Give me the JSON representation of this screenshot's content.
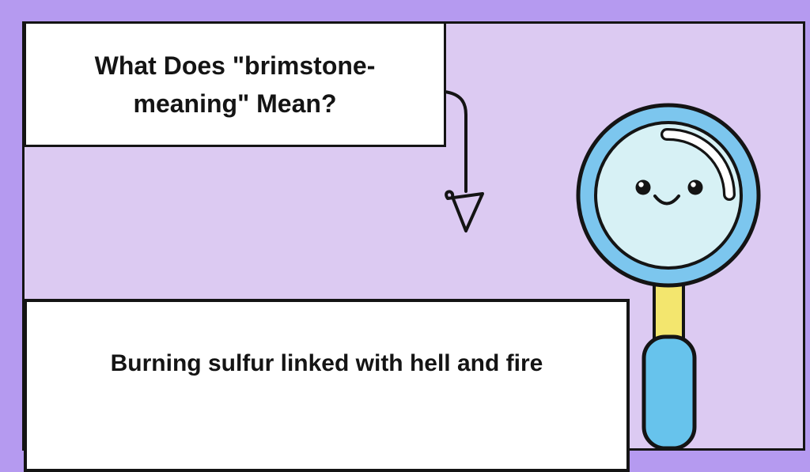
{
  "question_box": {
    "full_text": "What Does \"brimstone-meaning\" Mean?",
    "lines": [
      "What Does \"brimstone-",
      "meaning\" Mean?"
    ]
  },
  "answer_box": {
    "text": "Burning sulfur linked with hell and fire"
  },
  "arrow": {
    "description": "hand-drawn arrow pointing down from question box to answer box"
  },
  "magnifier": {
    "description": "cartoon magnifying glass with smiling face"
  },
  "colors": {
    "outer_background": "#b59af0",
    "panel_background": "#dccaf2",
    "outline": "#141414",
    "box_background": "#ffffff",
    "text": "#141414",
    "ring": "#7cc6ee",
    "lens": "#d7f1f5",
    "handle_neck": "#f3e66e",
    "handle_grip": "#67c3ec",
    "shine": "#ffffff",
    "eye": "#141414"
  }
}
